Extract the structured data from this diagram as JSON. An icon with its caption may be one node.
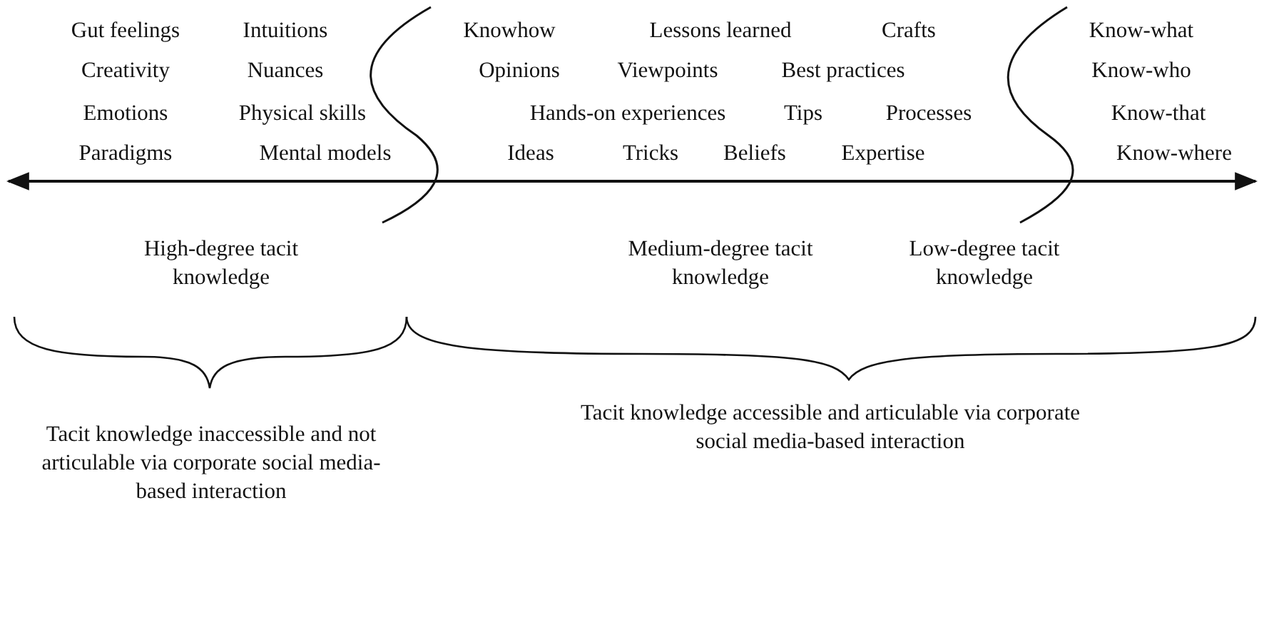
{
  "diagram": {
    "labels": [
      "Gut feelings",
      "Intuitions",
      "Knowhow",
      "Lessons learned",
      "Crafts",
      "Know-what",
      "Creativity",
      "Nuances",
      "Opinions",
      "Viewpoints",
      "Best practices",
      "Know-who",
      "Emotions",
      "Physical skills",
      "Hands-on experiences",
      "Tips",
      "Processes",
      "Know-that",
      "Paradigms",
      "Mental models",
      "Ideas",
      "Tricks",
      "Beliefs",
      "Expertise",
      "Know-where",
      "High-degree tacit knowledge",
      "Medium-degree tacit knowledge",
      "Low-degree tacit knowledge",
      "Tacit knowledge inaccessible and not articulable via corporate social media-based interaction",
      "Tacit knowledge accessible and articulable via corporate social media-based interaction"
    ]
  }
}
